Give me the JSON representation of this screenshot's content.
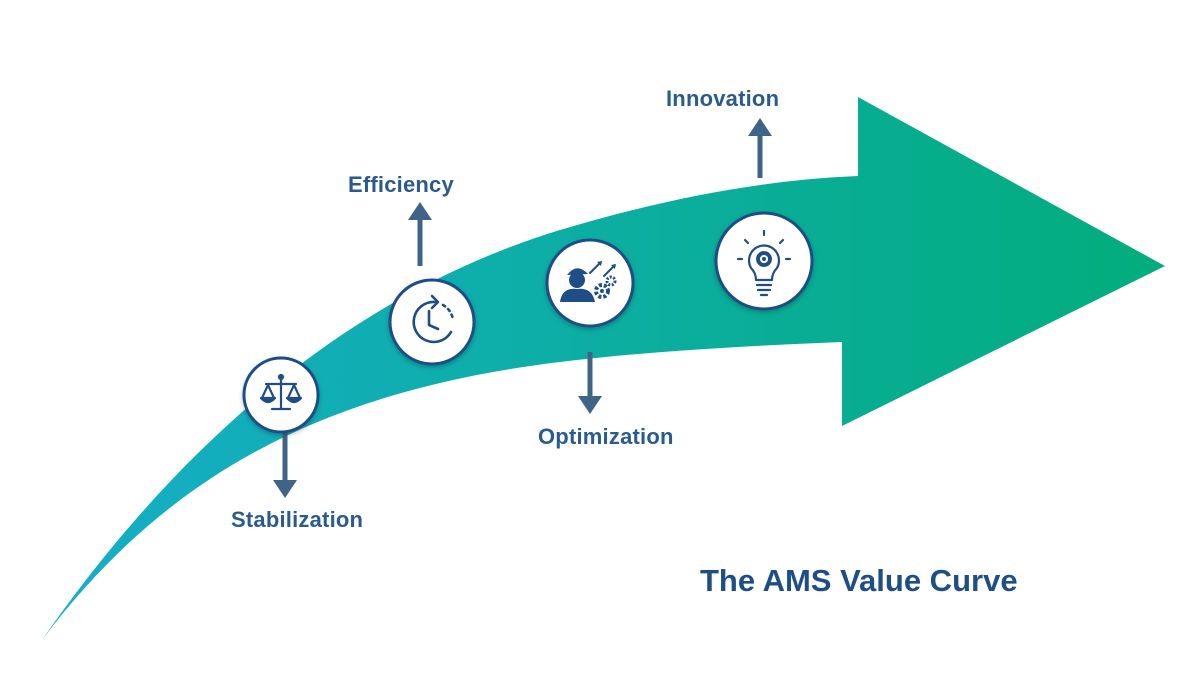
{
  "title": "The AMS Value Curve",
  "colors": {
    "arrow_start": "#16aec9",
    "arrow_end": "#02ad7c",
    "label_text": "#2a5b8c",
    "title_text": "#1f4e86",
    "icon": "#1f4e86",
    "pointer": "#3f6488"
  },
  "stages": [
    {
      "label": "Stabilization",
      "icon": "balance-scale-icon",
      "pointer": "down"
    },
    {
      "label": "Efficiency",
      "icon": "clock-cycle-icon",
      "pointer": "up"
    },
    {
      "label": "Optimization",
      "icon": "person-gears-icon",
      "pointer": "down"
    },
    {
      "label": "Innovation",
      "icon": "lightbulb-gear-icon",
      "pointer": "up"
    }
  ]
}
